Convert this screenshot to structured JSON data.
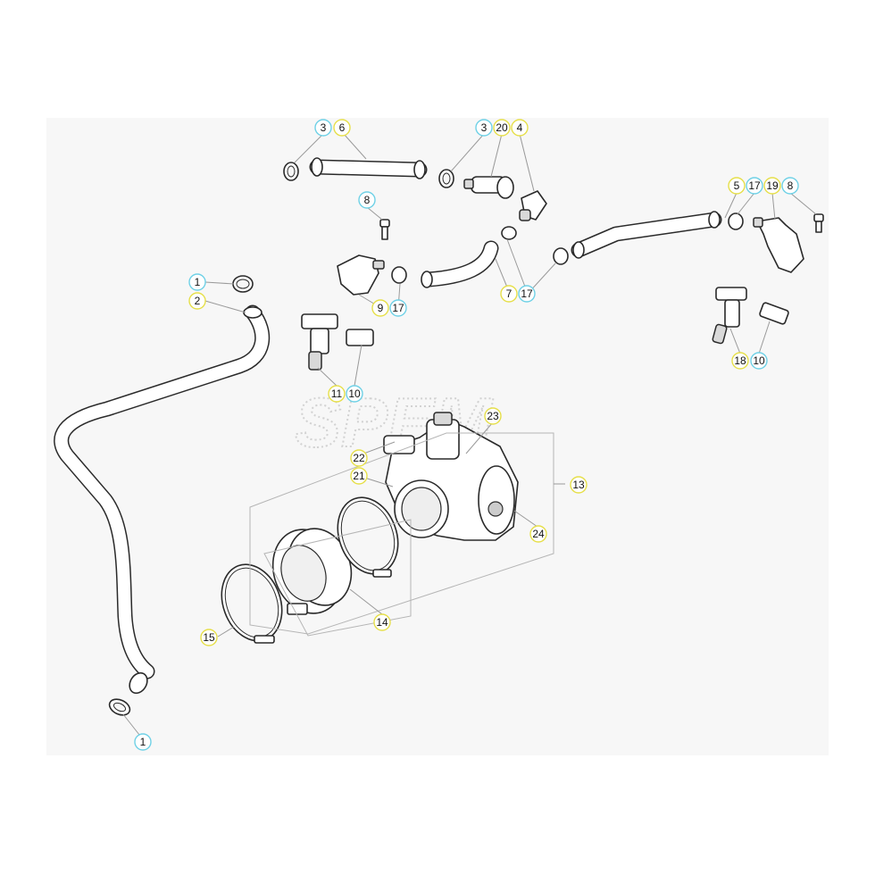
{
  "diagram": {
    "colors": {
      "part_outline": "#2a2a2a",
      "panel_background": "#f7f7f7",
      "callout_yellow": "#e6df4a",
      "callout_cyan": "#6fd1e6"
    },
    "watermark_text": "SPEM",
    "callouts": [
      {
        "id": "c1a",
        "label": "1",
        "color": "cyan"
      },
      {
        "id": "c2",
        "label": "2",
        "color": "yellow"
      },
      {
        "id": "c1b",
        "label": "1",
        "color": "cyan"
      },
      {
        "id": "c3a",
        "label": "3",
        "color": "cyan"
      },
      {
        "id": "c6",
        "label": "6",
        "color": "yellow"
      },
      {
        "id": "c3b",
        "label": "3",
        "color": "cyan"
      },
      {
        "id": "c20",
        "label": "20",
        "color": "yellow"
      },
      {
        "id": "c4",
        "label": "4",
        "color": "yellow"
      },
      {
        "id": "c8a",
        "label": "8",
        "color": "cyan"
      },
      {
        "id": "c9",
        "label": "9",
        "color": "yellow"
      },
      {
        "id": "c17a",
        "label": "17",
        "color": "cyan"
      },
      {
        "id": "c7",
        "label": "7",
        "color": "yellow"
      },
      {
        "id": "c17b",
        "label": "17",
        "color": "cyan"
      },
      {
        "id": "c5",
        "label": "5",
        "color": "yellow"
      },
      {
        "id": "c17c",
        "label": "17",
        "color": "cyan"
      },
      {
        "id": "c19",
        "label": "19",
        "color": "yellow"
      },
      {
        "id": "c8b",
        "label": "8",
        "color": "cyan"
      },
      {
        "id": "c18",
        "label": "18",
        "color": "yellow"
      },
      {
        "id": "c10a",
        "label": "10",
        "color": "cyan"
      },
      {
        "id": "c11",
        "label": "11",
        "color": "yellow"
      },
      {
        "id": "c10b",
        "label": "10",
        "color": "cyan"
      },
      {
        "id": "c23",
        "label": "23",
        "color": "yellow"
      },
      {
        "id": "c22",
        "label": "22",
        "color": "yellow"
      },
      {
        "id": "c21",
        "label": "21",
        "color": "yellow"
      },
      {
        "id": "c13",
        "label": "13",
        "color": "yellow"
      },
      {
        "id": "c24",
        "label": "24",
        "color": "yellow"
      },
      {
        "id": "c14",
        "label": "14",
        "color": "yellow"
      },
      {
        "id": "c15",
        "label": "15",
        "color": "yellow"
      }
    ]
  }
}
